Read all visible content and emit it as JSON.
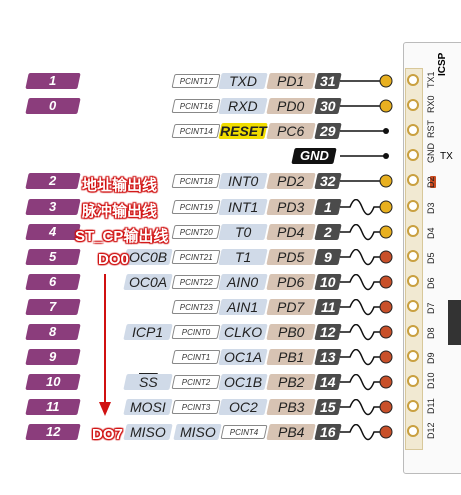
{
  "rows": [
    {
      "num": "1",
      "pcint": "PCINT17",
      "func": "TXD",
      "port": "PD1",
      "pin": "31"
    },
    {
      "num": "0",
      "pcint": "PCINT16",
      "func": "RXD",
      "port": "PD0",
      "pin": "30"
    },
    {
      "num": "",
      "pcint": "PCINT14",
      "func": "RESET",
      "port": "PC6",
      "pin": "29"
    },
    {
      "num": "",
      "pcint": "",
      "func": "",
      "port": "",
      "pin": "GND"
    },
    {
      "num": "2",
      "pcint": "PCINT18",
      "func": "INT0",
      "port": "PD2",
      "pin": "32"
    },
    {
      "num": "3",
      "pcint": "PCINT19",
      "func": "INT1",
      "port": "PD3",
      "pin": "1"
    },
    {
      "num": "4",
      "pcint": "PCINT20",
      "func": "T0",
      "port": "PD4",
      "pin": "2"
    },
    {
      "num": "5",
      "extra": "OC0B",
      "pcint": "PCINT21",
      "func": "T1",
      "port": "PD5",
      "pin": "9"
    },
    {
      "num": "6",
      "extra": "OC0A",
      "pcint": "PCINT22",
      "func": "AIN0",
      "port": "PD6",
      "pin": "10"
    },
    {
      "num": "7",
      "pcint": "PCINT23",
      "func": "AIN1",
      "port": "PD7",
      "pin": "11"
    },
    {
      "num": "8",
      "extra": "ICP1",
      "pcint": "PCINT0",
      "func": "CLKO",
      "port": "PB0",
      "pin": "12"
    },
    {
      "num": "9",
      "pcint": "PCINT1",
      "func": "OC1A",
      "port": "PB1",
      "pin": "13"
    },
    {
      "num": "10",
      "extra": "SS",
      "pcint": "PCINT2",
      "func": "OC1B",
      "port": "PB2",
      "pin": "14"
    },
    {
      "num": "11",
      "extra": "MOSI",
      "pcint": "PCINT3",
      "func": "OC2",
      "port": "PB3",
      "pin": "15"
    },
    {
      "num": "12",
      "extra": "MISO",
      "pcint": "PCINT4",
      "func": "",
      "port": "PB4",
      "pin": "16"
    }
  ],
  "notes": {
    "addr": "地址输出线",
    "pulse": "脉冲输出线",
    "stcp": "ST_CP输出线",
    "do0": "DO0",
    "do7": "DO7"
  },
  "board": {
    "icsp": "ICSP",
    "tx": "TX",
    "labels": [
      "TX1",
      "RX0",
      "RST",
      "GND",
      "D2",
      "D3",
      "D4",
      "D5",
      "D6",
      "D7",
      "D8",
      "D9",
      "D10",
      "D11",
      "D12"
    ]
  },
  "colors": {
    "accent": "#8b3d7c",
    "arrow": "#d01010",
    "pwm": "#c8502a",
    "pin": "#e8b020"
  }
}
